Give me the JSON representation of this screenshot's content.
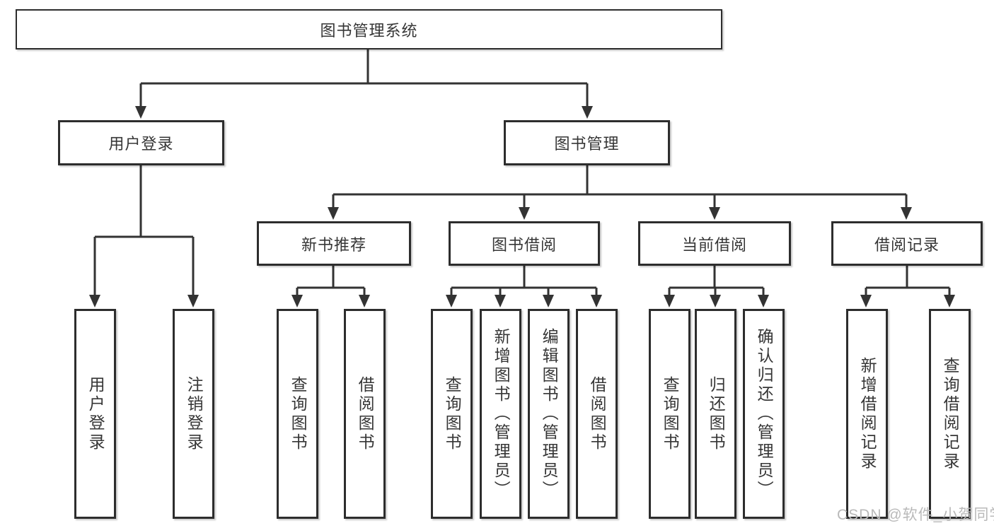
{
  "diagram": {
    "root": "图书管理系统",
    "level2": {
      "user_login": "用户登录",
      "book_mgmt": "图书管理"
    },
    "level3": {
      "new_books": "新书推荐",
      "borrowing": "图书借阅",
      "current": "当前借阅",
      "records": "借阅记录"
    },
    "leaves": {
      "user_login_1": "用户登录",
      "user_login_2": "注销登录",
      "new_books_1": "查询图书",
      "new_books_2": "借阅图书",
      "borrowing_1": "查询图书",
      "borrowing_2": "新增图书（管理员）",
      "borrowing_3": "编辑图书（管理员）",
      "borrowing_4": "借阅图书",
      "current_1": "查询图书",
      "current_2": "归还图书",
      "current_3": "确认归还（管理员）",
      "records_1": "新增借阅记录",
      "records_2": "查询借阅记录"
    },
    "watermark": "CSDN @软件_小贺同学",
    "colors": {
      "line": "#333333",
      "box_border": "#2d2d2d",
      "box_fill": "#ffffff",
      "text": "#363636",
      "watermark": "#b9b9b9"
    }
  }
}
